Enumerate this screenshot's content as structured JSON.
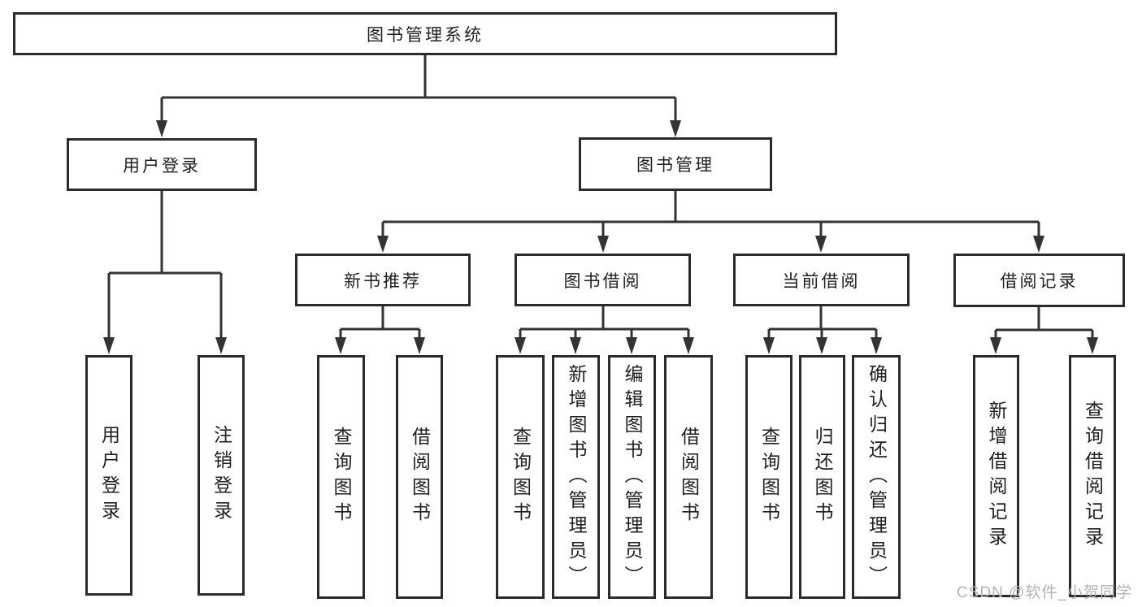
{
  "diagram": {
    "title": "图书管理系统",
    "level2": {
      "user_login": {
        "label": "用户登录",
        "children": {
          "login": "用户登录",
          "logout": "注销登录"
        }
      },
      "book_management": {
        "label": "图书管理",
        "children": {
          "new_book_recommend": {
            "label": "新书推荐",
            "children": {
              "query_books": "查询图书",
              "borrow_books": "借阅图书"
            }
          },
          "book_borrowing": {
            "label": "图书借阅",
            "children": {
              "query_books": "查询图书",
              "add_books_admin": "新增图书（管理员）",
              "edit_books_admin": "编辑图书（管理员）",
              "borrow_books": "借阅图书"
            }
          },
          "current_borrowing": {
            "label": "当前借阅",
            "children": {
              "query_books": "查询图书",
              "return_books": "归还图书",
              "confirm_return_admin": "确认归还（管理员）"
            }
          },
          "borrowing_records": {
            "label": "借阅记录",
            "children": {
              "add_record": "新增借阅记录",
              "query_record": "查询借阅记录"
            }
          }
        }
      }
    }
  },
  "watermark": "CSDN @软件_小贺同学",
  "colors": {
    "line": "#333333",
    "box_border": "#2b2b2b",
    "text": "#1f1f1f",
    "background": "#ffffff",
    "watermark": "#b3b3b3"
  }
}
